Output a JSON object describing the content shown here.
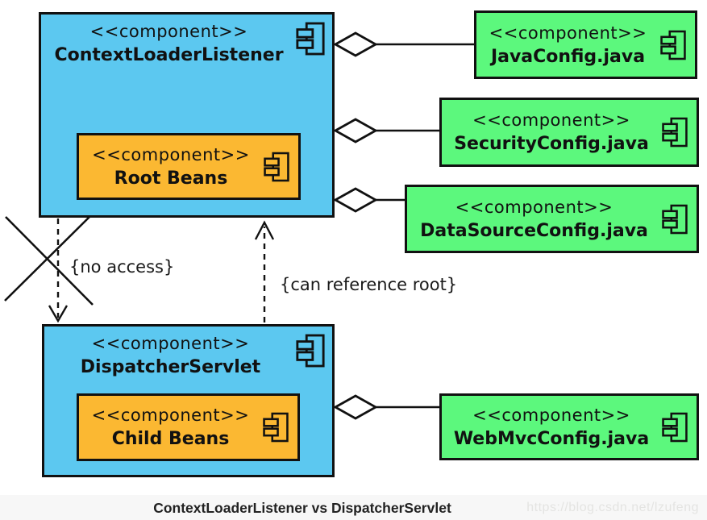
{
  "components": {
    "contextLoader": {
      "stereotype": "<<component>>",
      "name": "ContextLoaderListener"
    },
    "rootBeans": {
      "stereotype": "<<component>>",
      "name": "Root Beans"
    },
    "dispatcherServlet": {
      "stereotype": "<<component>>",
      "name": "DispatcherServlet"
    },
    "childBeans": {
      "stereotype": "<<component>>",
      "name": "Child Beans"
    },
    "javaConfig": {
      "stereotype": "<<component>>",
      "name": "JavaConfig.java"
    },
    "securityConfig": {
      "stereotype": "<<component>>",
      "name": "SecurityConfig.java"
    },
    "dataSourceConfig": {
      "stereotype": "<<component>>",
      "name": "DataSourceConfig.java"
    },
    "webMvcConfig": {
      "stereotype": "<<component>>",
      "name": "WebMvcConfig.java"
    }
  },
  "annotations": {
    "noAccess": "{no access}",
    "canReferenceRoot": "{can reference root}"
  },
  "footer": {
    "caption": "ContextLoaderListener vs DispatcherServlet",
    "watermark": "https://blog.csdn.net/lzufeng"
  },
  "colors": {
    "container": "#5CC8F0",
    "config": "#5CF87D",
    "beans": "#FBB832",
    "stroke": "#111111",
    "footerBg": "#F7F7F7"
  }
}
